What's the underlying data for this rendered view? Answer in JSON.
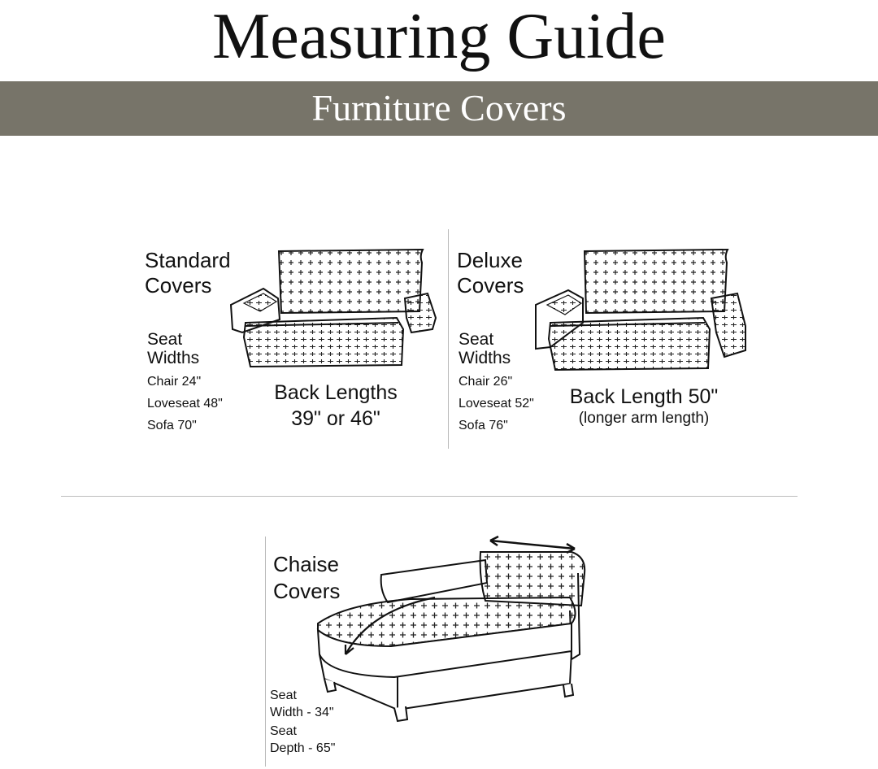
{
  "header": {
    "title": "Measuring Guide",
    "subtitle": "Furniture Covers",
    "band_color": "#777469"
  },
  "standard": {
    "heading_line1": "Standard",
    "heading_line2": "Covers",
    "seat_label_line1": "Seat",
    "seat_label_line2": "Widths",
    "sizes": [
      "Chair 24\"",
      "Loveseat 48\"",
      "Sofa 70\""
    ],
    "back_label": "Back Lengths",
    "back_value": "39\" or 46\"",
    "icon": "standard-sofa-cover-drawing"
  },
  "deluxe": {
    "heading_line1": "Deluxe",
    "heading_line2": "Covers",
    "seat_label_line1": "Seat",
    "seat_label_line2": "Widths",
    "sizes": [
      "Chair 26\"",
      "Loveseat 52\"",
      "Sofa 76\""
    ],
    "back_label": "Back Length 50\"",
    "back_note": "(longer arm length)",
    "icon": "deluxe-sofa-cover-drawing"
  },
  "chaise": {
    "heading_line1": "Chaise",
    "heading_line2": "Covers",
    "seat_width_line1": "Seat",
    "seat_width_line2": "Width - 34\"",
    "seat_depth_line1": "Seat",
    "seat_depth_line2": "Depth - 65\"",
    "icon": "chaise-cover-drawing"
  }
}
